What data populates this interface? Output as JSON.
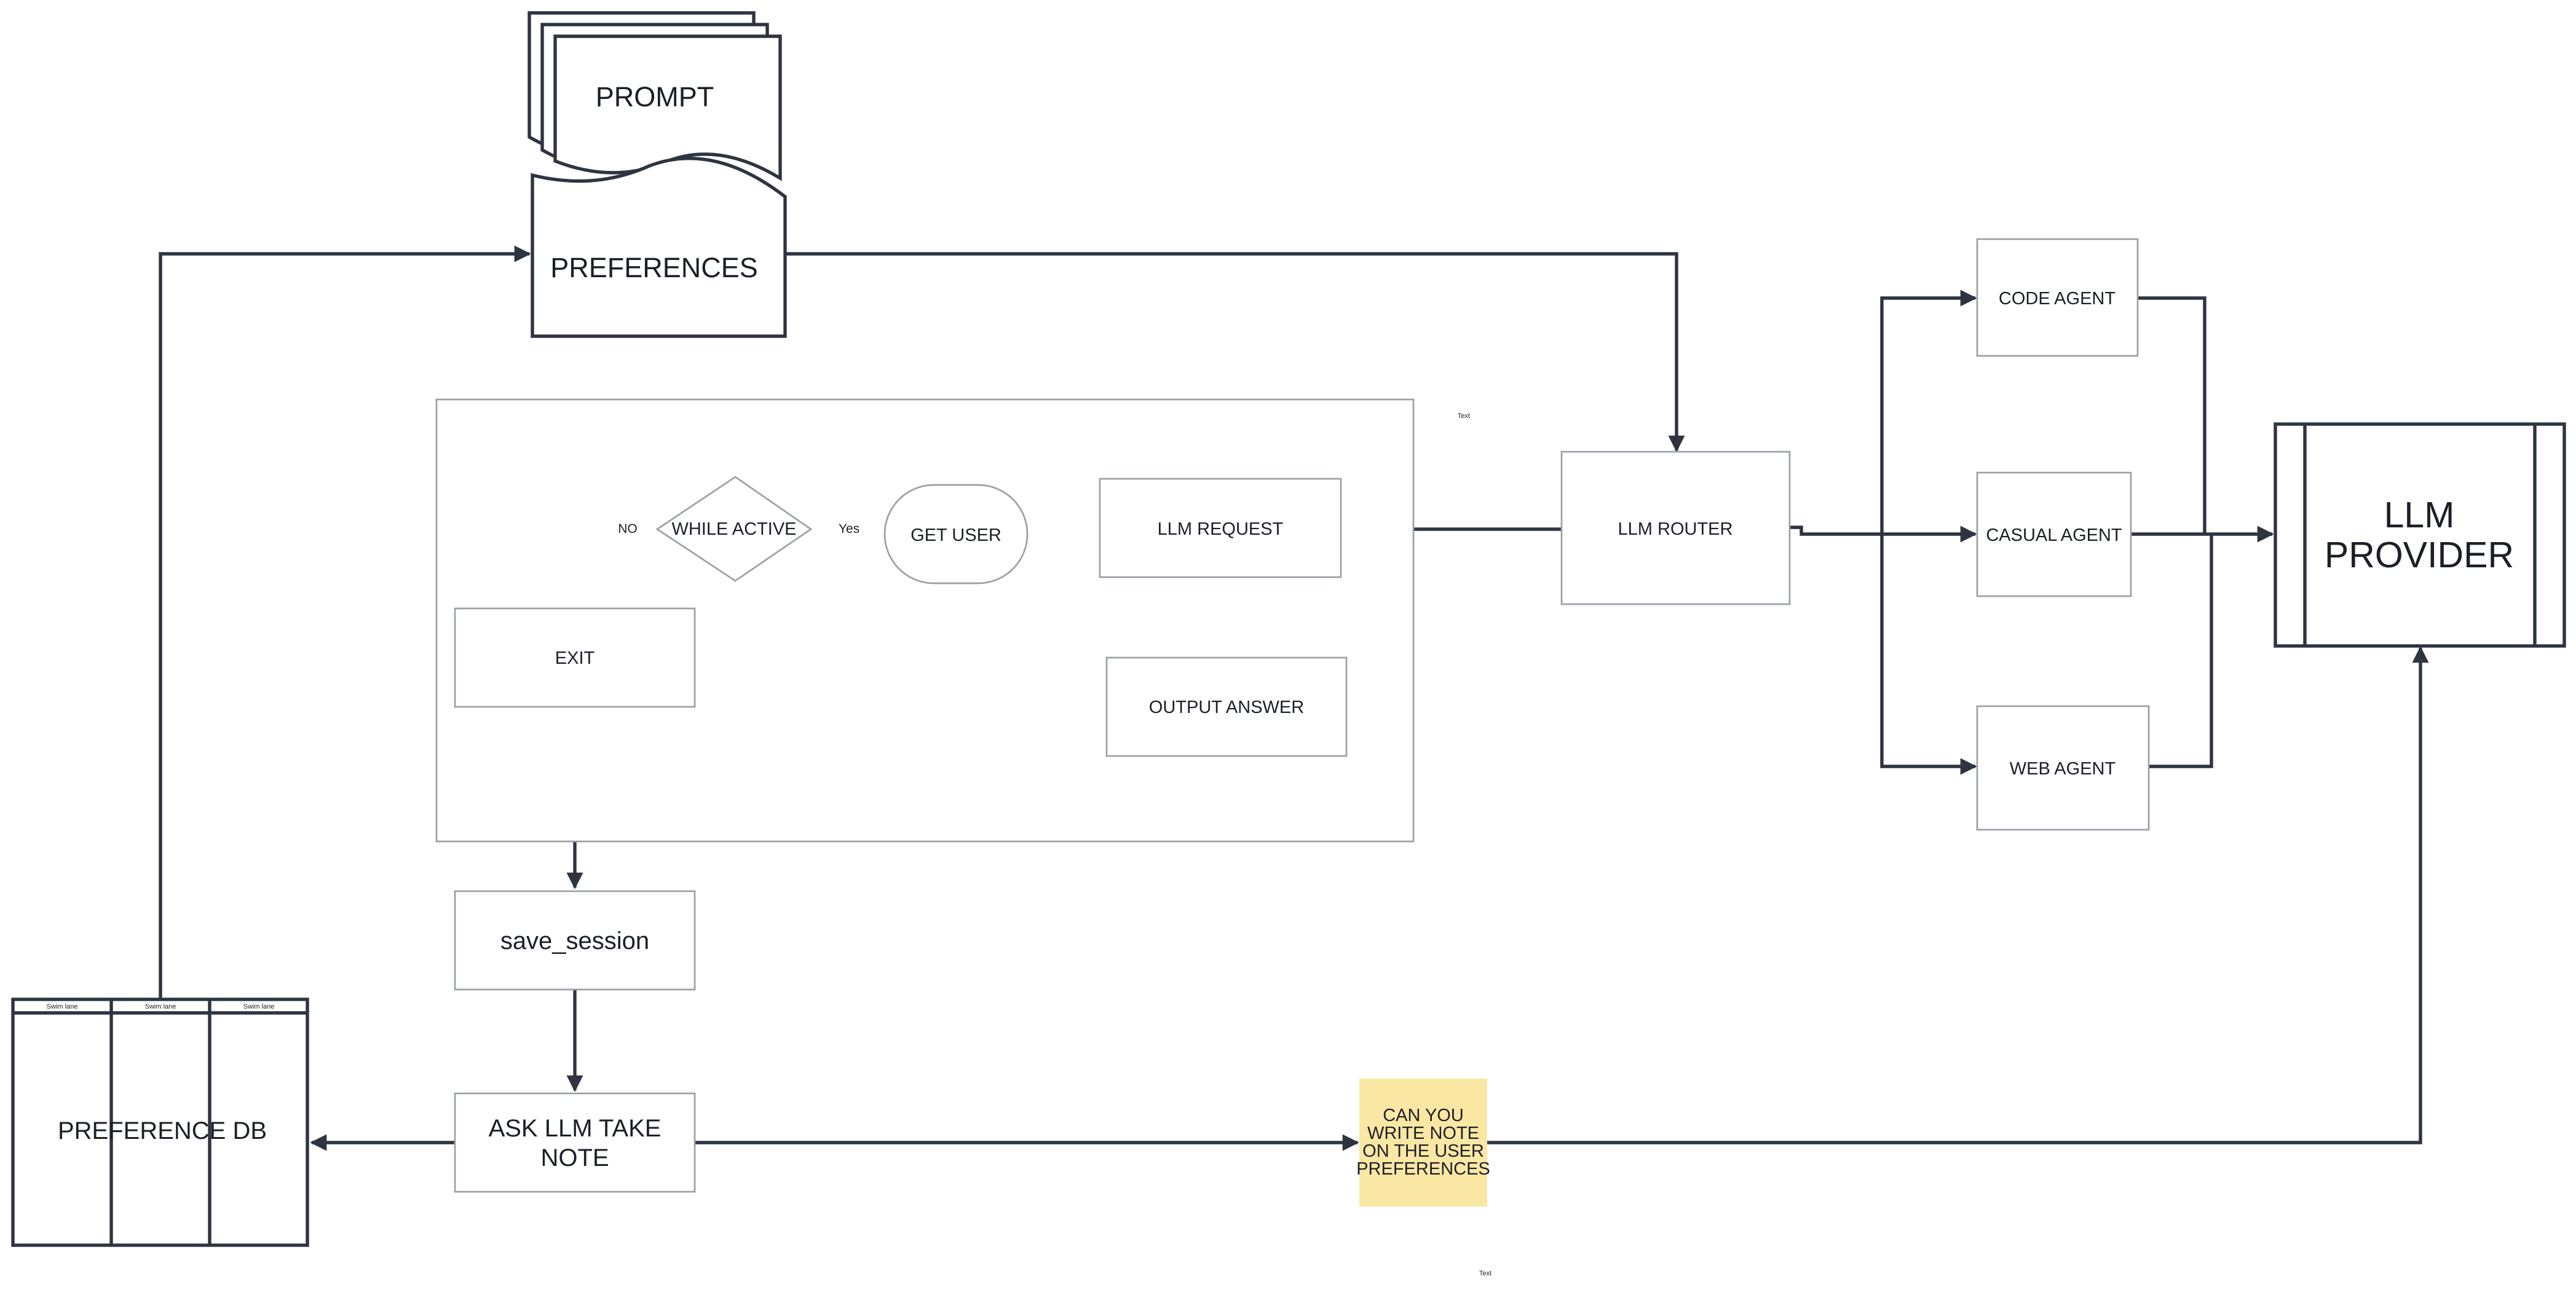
{
  "nodes": {
    "prompt": "PROMPT",
    "preferences": "PREFERENCES",
    "while_active": "WHILE ACTIVE",
    "get_user": "GET USER",
    "llm_request": "LLM REQUEST",
    "exit": "EXIT",
    "output_answer": "OUTPUT ANSWER",
    "llm_router": "LLM ROUTER",
    "code_agent": "CODE AGENT",
    "casual_agent": "CASUAL AGENT",
    "web_agent": "WEB AGENT",
    "llm_provider": [
      "LLM",
      "PROVIDER"
    ],
    "save_session": "save_session",
    "ask_llm_take_note": [
      "ASK LLM TAKE",
      "NOTE"
    ],
    "preference_db": "PREFERENCE DB",
    "swim_lanes": [
      "Swim lane",
      "Swim lane",
      "Swim lane"
    ]
  },
  "edge_labels": {
    "no": "NO",
    "yes": "Yes"
  },
  "sticky_note": {
    "lines": [
      "CAN YOU",
      "WRITE NOTE",
      "ON THE USER",
      "PREFERENCES"
    ],
    "color": "#fbe7a4"
  },
  "stray_text": [
    "Text",
    "Text"
  ],
  "colors": {
    "line": "#2e3440",
    "shape_border": "#9aa0a6",
    "background": "#ffffff"
  }
}
